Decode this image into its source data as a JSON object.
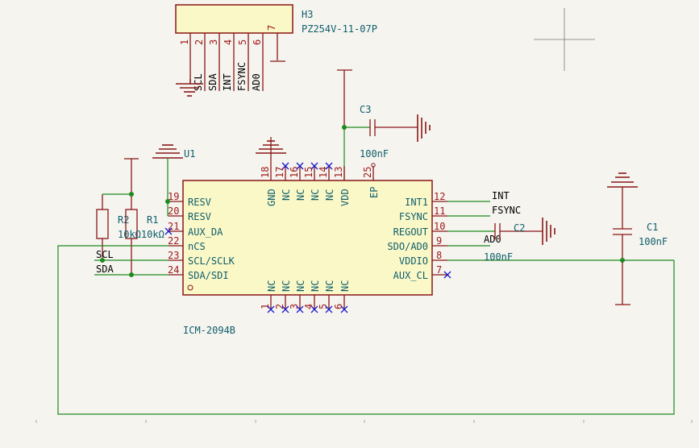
{
  "connector": {
    "ref": "H3",
    "value": "PZ254V-11-07P",
    "pin_numbers": [
      "1",
      "2",
      "3",
      "4",
      "5",
      "6",
      "7"
    ],
    "net_labels": [
      "SCL",
      "SDA",
      "INT",
      "FSYNC",
      "AD0"
    ]
  },
  "ic": {
    "ref": "U1",
    "value": "ICM-2094B",
    "left_pins": [
      {
        "num": "19",
        "name": "RESV"
      },
      {
        "num": "20",
        "name": "RESV"
      },
      {
        "num": "21",
        "name": "AUX_DA"
      },
      {
        "num": "22",
        "name": "nCS"
      },
      {
        "num": "23",
        "name": "SCL/SCLK"
      },
      {
        "num": "24",
        "name": "SDA/SDI"
      }
    ],
    "right_pins": [
      {
        "num": "12",
        "name": "INT1"
      },
      {
        "num": "11",
        "name": "FSYNC"
      },
      {
        "num": "10",
        "name": "REGOUT"
      },
      {
        "num": "9",
        "name": "SDO/AD0"
      },
      {
        "num": "8",
        "name": "VDDIO"
      },
      {
        "num": "7",
        "name": "AUX_CL"
      }
    ],
    "top_pins": [
      {
        "num": "18",
        "name": "GND"
      },
      {
        "num": "17",
        "name": "NC"
      },
      {
        "num": "16",
        "name": "NC"
      },
      {
        "num": "15",
        "name": "NC"
      },
      {
        "num": "14",
        "name": "NC"
      },
      {
        "num": "13",
        "name": "VDD"
      },
      {
        "num": "25",
        "name": "EP"
      }
    ],
    "bottom_pins": [
      {
        "num": "1",
        "name": "NC"
      },
      {
        "num": "2",
        "name": "NC"
      },
      {
        "num": "3",
        "name": "NC"
      },
      {
        "num": "4",
        "name": "NC"
      },
      {
        "num": "5",
        "name": "NC"
      },
      {
        "num": "6",
        "name": "NC"
      }
    ]
  },
  "resistors": {
    "r2": {
      "ref": "R2",
      "value": "10k"
    },
    "r1": {
      "ref": "R1",
      "value": "10k"
    },
    "r_values_overlap": "10kΩ10kΩ"
  },
  "capacitors": {
    "c3": {
      "ref": "C3",
      "value": "100nF"
    },
    "c2": {
      "ref": "C2",
      "value": "100nF"
    },
    "c1": {
      "ref": "C1",
      "value": "100nF"
    }
  },
  "nets": {
    "int": "INT",
    "fsync": "FSYNC",
    "ad0": "AD0",
    "scl": "SCL",
    "sda": "SDA"
  },
  "colors": {
    "background": "#f5f4ef",
    "symbol_body": "#fbf8c8",
    "symbol_outline": "#8a1616",
    "wire": "#1f8a1f",
    "text": "#0e5e6b",
    "no_connect": "#1a1acc"
  }
}
